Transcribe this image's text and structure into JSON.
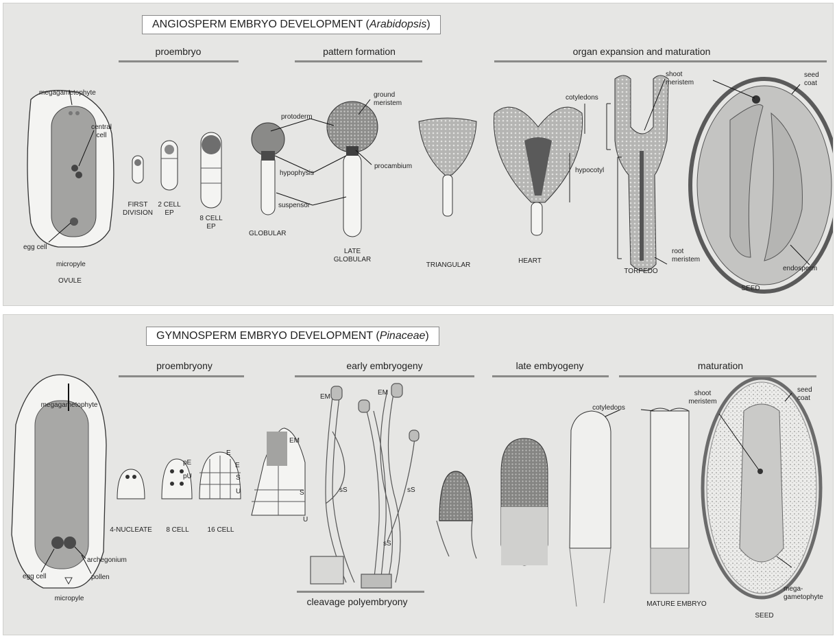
{
  "angiosperm": {
    "title_main": "ANGIOSPERM EMBRYO DEVELOPMENT (",
    "title_genus": "Arabidopsis",
    "title_close": ")",
    "stages": [
      "proembryo",
      "pattern formation",
      "organ expansion and maturation"
    ],
    "labels": {
      "megagametophyte": "megagametophyte",
      "central_cell": "central\ncell",
      "egg_cell": "egg cell",
      "micropyle": "micropyle",
      "ovule": "OVULE",
      "first_division": "FIRST\nDIVISION",
      "two_cell": "2 CELL\nEP",
      "eight_cell": "8 CELL\nEP",
      "protoderm": "protoderm",
      "hypophysis": "hypophysis",
      "suspensor": "suspensor",
      "globular": "GLOBULAR",
      "ground_meristem": "ground\nmeristem",
      "procambium": "procambium",
      "late_globular": "LATE\nGLOBULAR",
      "triangular": "TRIANGULAR",
      "heart": "HEART",
      "cotyledons": "cotyledons",
      "hypocotyl": "hypocotyl",
      "shoot_meristem": "shoot\nmeristem",
      "root_meristem": "root\nmeristem",
      "torpedo": "TORPEDO",
      "seed_coat": "seed\ncoat",
      "endosperm": "endosperm",
      "seed": "SEED"
    }
  },
  "gymnosperm": {
    "title_main": "GYMNOSPERM EMBRYO DEVELOPMENT (",
    "title_genus": "Pinaceae",
    "title_close": ")",
    "stages": [
      "proembryony",
      "early  embryogeny",
      "late embyogeny",
      "maturation"
    ],
    "bottom_stage": "cleavage polyembryony",
    "labels": {
      "megagametophyte": "megagametophyte",
      "archegonium": "archegonium",
      "egg_cell": "egg cell",
      "pollen": "pollen",
      "micropyle": "micropyle",
      "four_nucleate": "4-NUCLEATE",
      "eight_cell": "8 CELL",
      "sixteen_cell": "16 CELL",
      "pE": "pE",
      "pU": "pU",
      "E1": "E",
      "E2": "E",
      "S1": "S",
      "U1": "U",
      "EM1": "EM",
      "S2": "S",
      "U2": "U",
      "EM2": "EM",
      "EM3": "EM",
      "sS1": "sS",
      "sS2": "sS",
      "sS3": "sS",
      "cotyledons": "cotyledons",
      "mature_embryo": "MATURE EMBRYO",
      "shoot_meristem": "shoot\nmeristem",
      "seed_coat": "seed\ncoat",
      "mega_gametophyte": "mega-\ngametophyte",
      "seed": "SEED"
    }
  },
  "colors": {
    "panel_bg": "#e6e6e4",
    "tissue_dark": "#6e6e6e",
    "tissue_mid": "#a9a9a7",
    "tissue_light": "#f4f4f2",
    "bar": "#8a8a88"
  }
}
